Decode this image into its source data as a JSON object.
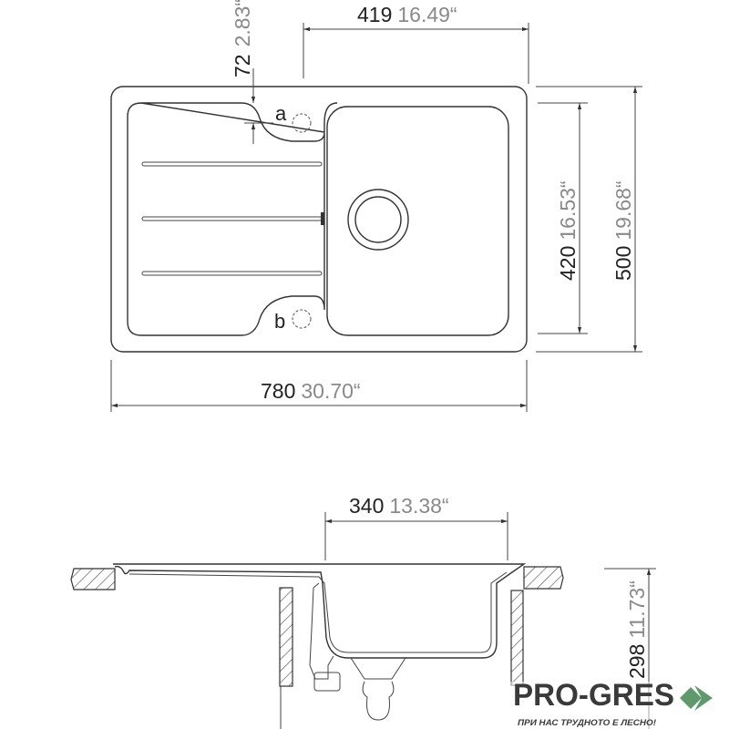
{
  "top_view": {
    "dim_bowl_width": {
      "mm": "419",
      "in": "16.49“"
    },
    "dim_offset": {
      "mm": "72",
      "in": "2.83“"
    },
    "dim_bowl_depth": {
      "mm": "420",
      "in": "16.53“"
    },
    "dim_total_depth": {
      "mm": "500",
      "in": "19.68“"
    },
    "dim_total_width": {
      "mm": "780",
      "in": "30.70“"
    },
    "hole_a": "a",
    "hole_b": "b"
  },
  "section_view": {
    "dim_cutout": {
      "mm": "340",
      "in": "13.38“"
    },
    "dim_height": {
      "mm": "298",
      "in": "11.73“"
    }
  },
  "logo": {
    "name": "PRO-GRES",
    "slogan": "ПРИ НАС ТРУДНОТО Е ЛЕСНО!",
    "accent": "#5f9a6c"
  }
}
